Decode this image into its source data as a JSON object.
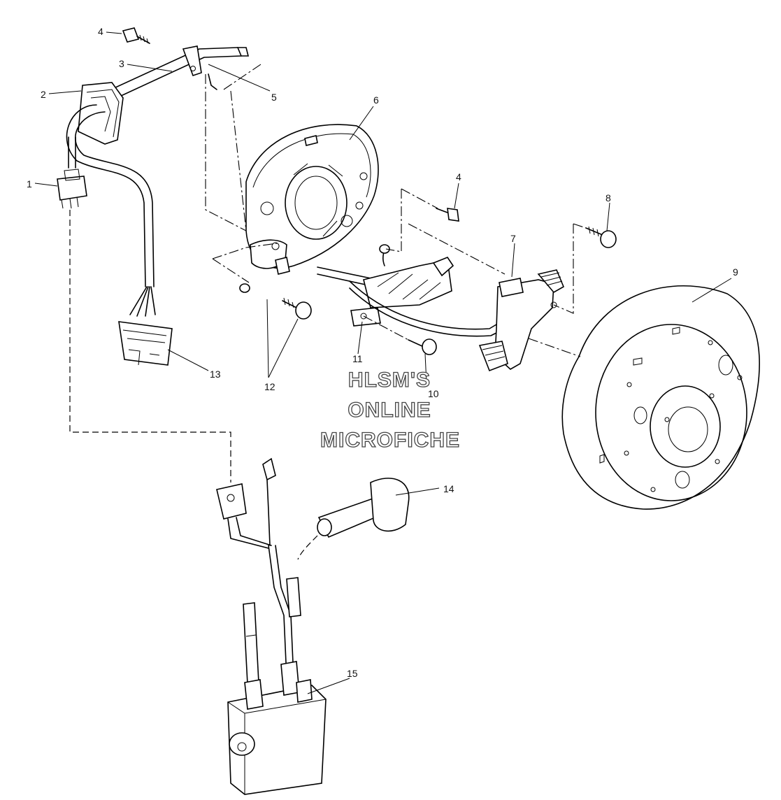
{
  "callouts": {
    "c1": "1",
    "c2": "2",
    "c3": "3",
    "c4a": "4",
    "c4b": "4",
    "c5": "5",
    "c6": "6",
    "c7": "7",
    "c8": "8",
    "c9": "9",
    "c10": "10",
    "c11": "11",
    "c12": "12",
    "c13": "13",
    "c14": "14",
    "c15": "15"
  },
  "watermark": {
    "line1": "HLSM'S",
    "line2": "ONLINE",
    "line3": "MICROFICHE"
  },
  "colors": {
    "ink": "#000000",
    "paper": "#ffffff"
  }
}
